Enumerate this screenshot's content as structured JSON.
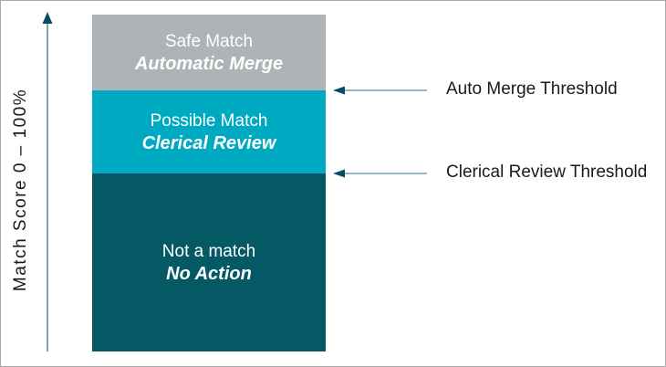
{
  "colors": {
    "band_safe": "#aeb3b6",
    "band_possible": "#00a9c2",
    "band_not": "#055964",
    "band_text": "#ffffff",
    "axis_line": "#4f8aa0",
    "arrow_line": "#6fa3b2",
    "arrow_head": "#0e4b61",
    "text_dark": "#1a1a1a",
    "border": "#a9a9a9"
  },
  "axis": {
    "label": "Match Score 0 – 100%"
  },
  "bands": [
    {
      "title": "Safe Match",
      "subtitle": "Automatic Merge"
    },
    {
      "title": "Possible Match",
      "subtitle": "Clerical Review"
    },
    {
      "title": "Not a match",
      "subtitle": "No Action"
    }
  ],
  "thresholds": [
    {
      "label": "Auto Merge Threshold"
    },
    {
      "label": "Clerical Review Threshold"
    }
  ],
  "chart_data": {
    "type": "bar",
    "orientation": "vertical-stacked-bands",
    "axis_label": "Match Score 0 – 100%",
    "axis_range": [
      0,
      100
    ],
    "segments": [
      {
        "label": "Not a match",
        "action": "No Action",
        "approx_span_frac": 0.53
      },
      {
        "label": "Possible Match",
        "action": "Clerical Review",
        "approx_span_frac": 0.25
      },
      {
        "label": "Safe Match",
        "action": "Automatic Merge",
        "approx_span_frac": 0.22
      }
    ],
    "threshold_lines": [
      {
        "label": "Clerical Review Threshold",
        "approx_position_frac": 0.53
      },
      {
        "label": "Auto Merge Threshold",
        "approx_position_frac": 0.78
      }
    ],
    "legend_position": "none",
    "grid": false
  }
}
